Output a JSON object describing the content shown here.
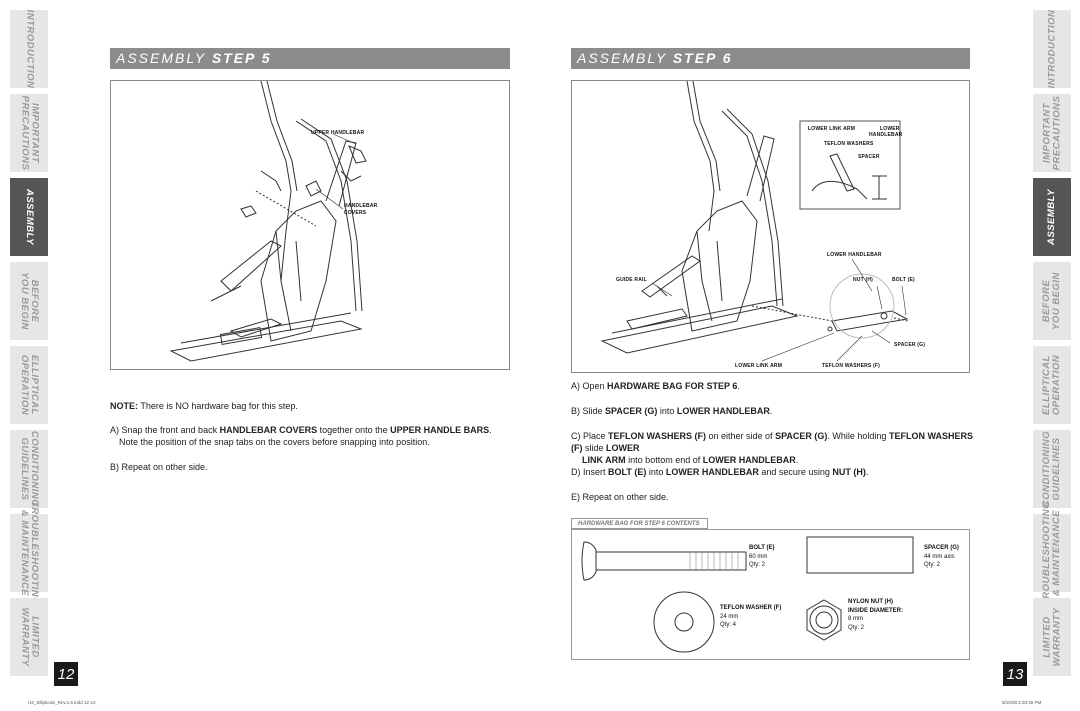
{
  "left_tabs": [
    "INTRODUCTION",
    "IMPORTANT\nPRECAUTIONS",
    "ASSEMBLY",
    "BEFORE\nYOU BEGIN",
    "ELLIPTICAL\nOPERATION",
    "CONDITIONING\nGUIDELINES",
    "TROUBLESHOOTING\n& MAINTENANCE",
    "LIMITED\nWARRANTY"
  ],
  "right_tabs": [
    "INTRODUCTION",
    "IMPORTANT\nPRECAUTIONS",
    "ASSEMBLY",
    "BEFORE\nYOU BEGIN",
    "ELLIPTICAL\nOPERATION",
    "CONDITIONING\nGUIDELINES",
    "TROUBLESHOOTING\n& MAINTENANCE",
    "LIMITED\nWARRANTY"
  ],
  "active_tab": "ASSEMBLY",
  "left_page": {
    "number": "12",
    "header_prefix": "ASSEMBLY ",
    "header_step": "STEP 5",
    "callouts": {
      "upper_handlebar": "UPPER HANDLEBAR",
      "handlebar_covers_1": "HANDLEBAR",
      "handlebar_covers_2": "COVERS"
    },
    "note_label": "NOTE:",
    "note_text": " There is NO hardware bag for this step.",
    "step_a_1": "A) Snap the front and back ",
    "step_a_bold1": "HANDLEBAR COVERS",
    "step_a_2": " together onto the ",
    "step_a_bold2": "UPPER HANDLE BARS",
    "step_a_3": ".",
    "step_a_line2": "Note the position of the snap tabs on the covers before snapping into position.",
    "step_b": "B) Repeat on other side."
  },
  "right_page": {
    "number": "13",
    "header_prefix": "ASSEMBLY ",
    "header_step": "STEP 6",
    "callouts": {
      "lower_link_arm": "LOWER LINK ARM",
      "lower_handlebar_1": "LOWER",
      "lower_handlebar_2": "HANDLEBAR",
      "teflon_washers": "TEFLON WASHERS",
      "spacer": "SPACER",
      "lower_handlebar": "LOWER HANDLEBAR",
      "guide_rail": "GUIDE RAIL",
      "nut_h": "NUT (H)",
      "bolt_e": "BOLT (E)",
      "spacer_g": "SPACER (G)",
      "lower_link_arm_bottom": "LOWER LINK ARM",
      "teflon_washers_f": "TEFLON WASHERS (F)"
    },
    "a_1": "A) Open ",
    "a_b": "HARDWARE BAG FOR STEP 6",
    "a_2": ".",
    "b_1": "B) Slide ",
    "b_b1": "SPACER (G)",
    "b_2": " into ",
    "b_b2": "LOWER HANDLEBAR",
    "b_3": ".",
    "c_1": "C) Place ",
    "c_b1": "TEFLON WASHERS (F)",
    "c_2": " on either side of ",
    "c_b2": "SPACER (G)",
    "c_3": ". While holding ",
    "c_b3": "TEFLON WASHERS (F)",
    "c_4": " slide ",
    "c_b4": "LOWER",
    "c_l2_b1": "LINK ARM",
    "c_l2_1": " into bottom end of ",
    "c_l2_b2": "LOWER HANDLEBAR",
    "c_l2_2": ".",
    "d_1": "D) Insert ",
    "d_b1": "BOLT (E)",
    "d_2": " into ",
    "d_b2": "LOWER HANDLEBAR",
    "d_3": " and secure using ",
    "d_b3": "NUT (H)",
    "d_4": ".",
    "e": "E)  Repeat on other side.",
    "hardware": {
      "title": "HARDWARE BAG FOR STEP 6 CONTENTS :",
      "bolt": {
        "name": "BOLT (E)",
        "size": "60 mm",
        "qty": "Qty: 2"
      },
      "spacer": {
        "name": "SPACER (G)",
        "size": "44 mm axis",
        "qty": "Qty: 2"
      },
      "washer": {
        "name": "TEFLON WASHER (F)",
        "size": "24 mm",
        "qty": "Qty: 4"
      },
      "nut": {
        "name": "NYLON NUT (H)",
        "size_label": "INSIDE DIAMETER:",
        "size": "8 mm",
        "qty": "Qty: 2"
      }
    }
  },
  "footer": {
    "left": "HZ_Ellipticals_Rev.1.5.indd   12-13",
    "right": "8/15/08   2:30:49 PM"
  }
}
